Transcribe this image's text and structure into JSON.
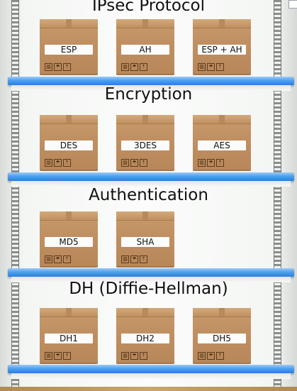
{
  "shelves": [
    {
      "title": "IPsec Protocol",
      "boxes": [
        "ESP",
        "AH",
        "ESP + AH"
      ]
    },
    {
      "title": "Encryption",
      "boxes": [
        "DES",
        "3DES",
        "AES"
      ]
    },
    {
      "title": "Authentication",
      "boxes": [
        "MD5",
        "SHA"
      ]
    },
    {
      "title": "DH (Diffie-Hellman)",
      "boxes": [
        "DH1",
        "DH2",
        "DH5"
      ]
    }
  ],
  "icons": {
    "box_handling": [
      "fragile-icon",
      "keep-dry-icon",
      "this-side-up-icon"
    ]
  },
  "colors": {
    "shelf_board": "#3f8fe8",
    "box": "#c09062",
    "label": "#fbfbfb"
  }
}
